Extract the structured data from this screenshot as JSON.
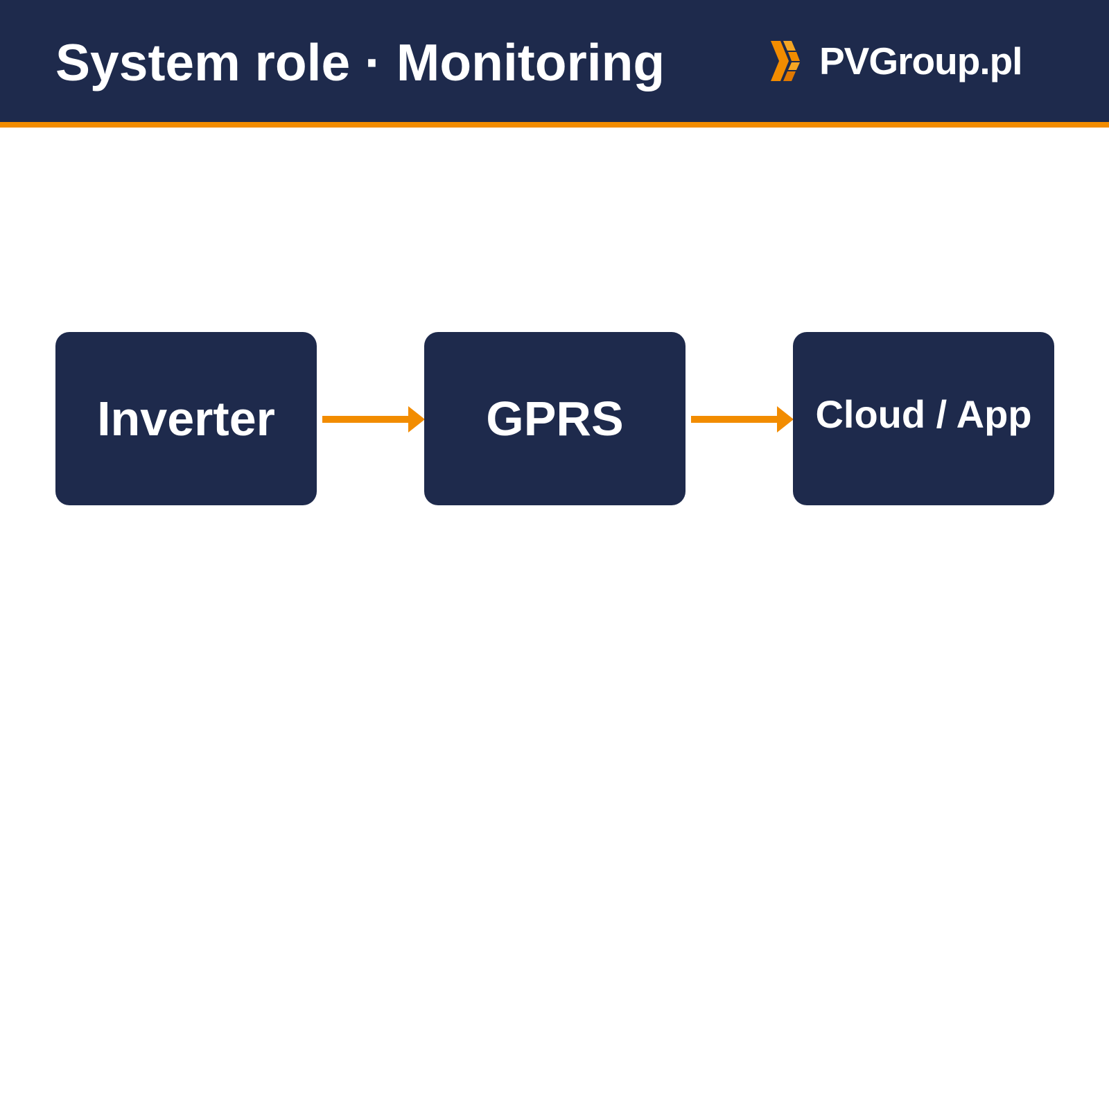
{
  "header": {
    "title": "System role · Monitoring",
    "brand": {
      "name": "PVGroup.pl",
      "logo_icon": "chevron-blocks-logo-icon"
    }
  },
  "diagram": {
    "nodes": [
      {
        "label": "Inverter"
      },
      {
        "label": "GPRS"
      },
      {
        "label": "Cloud / App"
      }
    ],
    "edges": [
      {
        "from": "Inverter",
        "to": "GPRS",
        "icon": "arrow-right-icon"
      },
      {
        "from": "GPRS",
        "to": "Cloud / App",
        "icon": "arrow-right-icon"
      }
    ]
  },
  "colors": {
    "header_background": "#1e2a4c",
    "accent": "#f28c00",
    "node_background": "#1e2a4c",
    "text": "#ffffff",
    "page_background": "#ffffff"
  }
}
